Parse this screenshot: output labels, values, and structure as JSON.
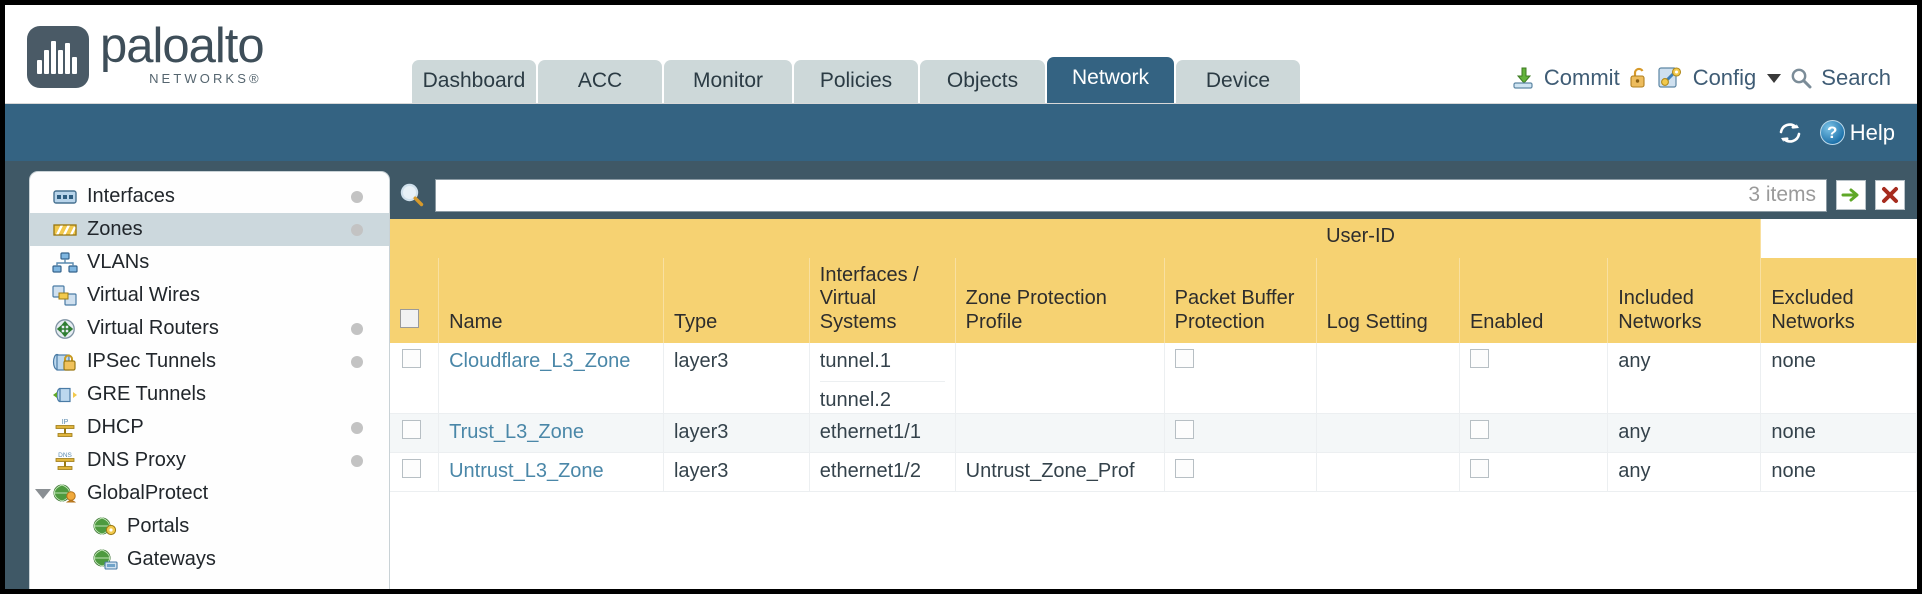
{
  "header": {
    "logo": {
      "word": "paloalto",
      "sub": "NETWORKS®",
      "icon": "paloalto-logo-icon"
    },
    "tabs": [
      {
        "label": "Dashboard",
        "active": false,
        "width": 124
      },
      {
        "label": "ACC",
        "active": false,
        "width": 124
      },
      {
        "label": "Monitor",
        "active": false,
        "width": 128
      },
      {
        "label": "Policies",
        "active": false,
        "width": 124
      },
      {
        "label": "Objects",
        "active": false,
        "width": 125
      },
      {
        "label": "Network",
        "active": true,
        "width": 127
      },
      {
        "label": "Device",
        "active": false,
        "width": 124
      }
    ],
    "actions": {
      "commit": "Commit",
      "config": "Config",
      "search": "Search",
      "commit_icon": "commit-icon",
      "lock_icon": "lock-icon",
      "config_icon": "config-wrench-icon",
      "search_icon": "search-icon",
      "caret_icon": "chevron-down-icon"
    }
  },
  "subbar": {
    "refresh_icon": "refresh-icon",
    "help_label": "Help",
    "help_icon": "help-question-icon"
  },
  "sidebar": {
    "items": [
      {
        "label": "Interfaces",
        "icon": "interfaces-icon",
        "selected": false,
        "dot": true,
        "child": false,
        "expander": false
      },
      {
        "label": "Zones",
        "icon": "zones-icon",
        "selected": true,
        "dot": true,
        "child": false,
        "expander": false
      },
      {
        "label": "VLANs",
        "icon": "vlans-icon",
        "selected": false,
        "dot": false,
        "child": false,
        "expander": false
      },
      {
        "label": "Virtual Wires",
        "icon": "virtual-wires-icon",
        "selected": false,
        "dot": false,
        "child": false,
        "expander": false
      },
      {
        "label": "Virtual Routers",
        "icon": "virtual-routers-icon",
        "selected": false,
        "dot": true,
        "child": false,
        "expander": false
      },
      {
        "label": "IPSec Tunnels",
        "icon": "ipsec-tunnels-icon",
        "selected": false,
        "dot": true,
        "child": false,
        "expander": false
      },
      {
        "label": "GRE Tunnels",
        "icon": "gre-tunnels-icon",
        "selected": false,
        "dot": false,
        "child": false,
        "expander": false
      },
      {
        "label": "DHCP",
        "icon": "dhcp-icon",
        "selected": false,
        "dot": true,
        "child": false,
        "expander": false
      },
      {
        "label": "DNS Proxy",
        "icon": "dns-proxy-icon",
        "selected": false,
        "dot": true,
        "child": false,
        "expander": false
      },
      {
        "label": "GlobalProtect",
        "icon": "globalprotect-icon",
        "selected": false,
        "dot": false,
        "child": false,
        "expander": true
      },
      {
        "label": "Portals",
        "icon": "portals-icon",
        "selected": false,
        "dot": false,
        "child": true,
        "expander": false
      },
      {
        "label": "Gateways",
        "icon": "gateways-icon",
        "selected": false,
        "dot": false,
        "child": true,
        "expander": false
      }
    ]
  },
  "filter": {
    "value": "",
    "placeholder": "",
    "item_count": "3 items",
    "search_icon": "search-icon",
    "apply_icon": "apply-arrow-icon",
    "clear_icon": "clear-x-icon"
  },
  "table": {
    "group_header": {
      "label": "User-ID",
      "span": 3
    },
    "columns": [
      "Name",
      "Type",
      "Interfaces / Virtual Systems",
      "Zone Protection Profile",
      "Packet Buffer Protection",
      "Log Setting",
      "Enabled",
      "Included Networks",
      "Excluded Networks"
    ],
    "rows": [
      {
        "selected": false,
        "name": "Cloudflare_L3_Zone",
        "type": "layer3",
        "interfaces": [
          "tunnel.1",
          "tunnel.2"
        ],
        "zone_protection_profile": "",
        "packet_buffer_protection": false,
        "log_setting": "",
        "userid_enabled": false,
        "included_networks": "any",
        "excluded_networks": "none"
      },
      {
        "selected": false,
        "name": "Trust_L3_Zone",
        "type": "layer3",
        "interfaces": [
          "ethernet1/1"
        ],
        "zone_protection_profile": "",
        "packet_buffer_protection": false,
        "log_setting": "",
        "userid_enabled": false,
        "included_networks": "any",
        "excluded_networks": "none"
      },
      {
        "selected": false,
        "name": "Untrust_L3_Zone",
        "type": "layer3",
        "interfaces": [
          "ethernet1/2"
        ],
        "zone_protection_profile": "Untrust_Zone_Prof",
        "packet_buffer_protection": false,
        "log_setting": "",
        "userid_enabled": false,
        "included_networks": "any",
        "excluded_networks": "none"
      }
    ]
  },
  "colors": {
    "brand_blue": "#346382",
    "body_slate": "#3f5866",
    "header_amber": "#f6d272",
    "group_amber": "#e3b94f",
    "link_blue": "#4a87a8",
    "tab_inactive": "#cdd8d9"
  }
}
